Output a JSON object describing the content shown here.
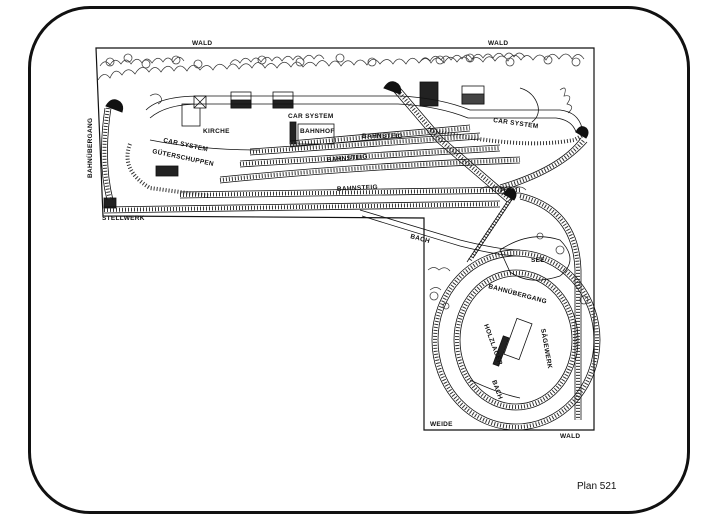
{
  "plan_title": "Plan 521",
  "labels": {
    "wald_top_left": "WALD",
    "wald_top_right": "WALD",
    "wald_bottom": "WALD",
    "car_system_1": "CAR SYSTEM",
    "car_system_2": "CAR SYSTEM",
    "car_system_3": "CAR SYSTEM",
    "kirche": "KIRCHE",
    "gueterschuppen": "GÜTERSCHUPPEN",
    "bahnhof": "BAHNHOF",
    "bahnsteig_1": "BAHNSTEIG",
    "bahnsteig_2": "BAHNSTEIG",
    "bahnsteig_3": "BAHNSTEIG",
    "bahnuebergang_left": "BAHNÜBERGANG",
    "bahnuebergang_right": "BAHNÜBERGANG",
    "stellwerk": "STELLWERK",
    "bach_1": "BACH",
    "bach_2": "BACH",
    "see": "SEE",
    "holzlager": "HOLZLAGER",
    "saegewerk": "SÄGEWERK",
    "weide": "WEIDE"
  }
}
